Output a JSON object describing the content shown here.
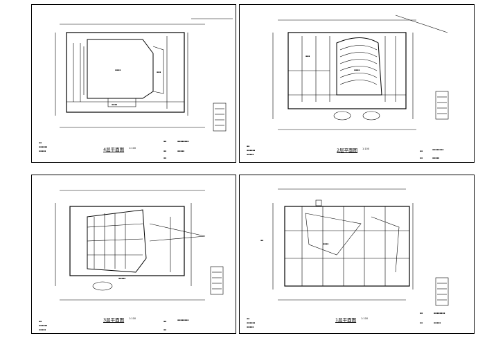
{
  "sheets": [
    {
      "title": "4层平面图",
      "scale": "1:100"
    },
    {
      "title": "2层平面图",
      "scale": "1:100"
    },
    {
      "title": "3层平面图",
      "scale": "1:100"
    },
    {
      "title": "1层平面图",
      "scale": "1:100"
    }
  ]
}
